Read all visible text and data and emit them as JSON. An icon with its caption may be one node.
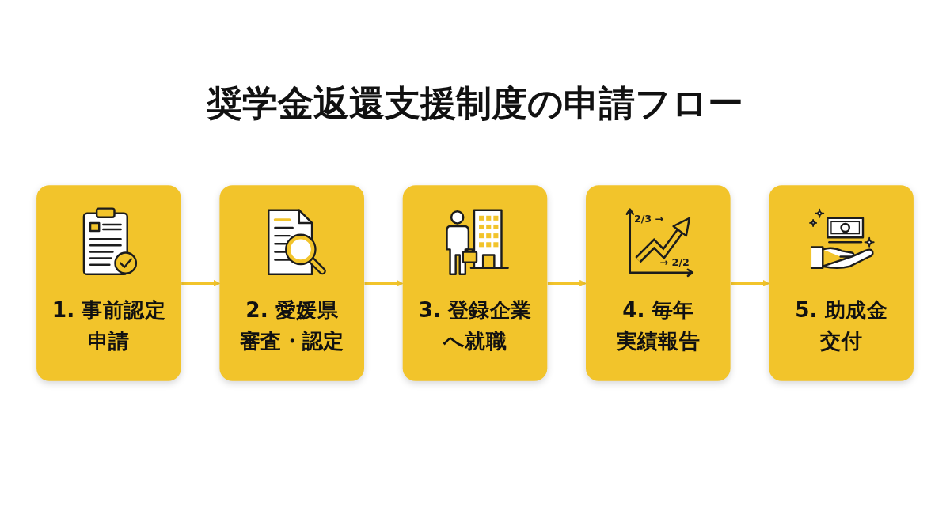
{
  "diagram": {
    "title": "奨学金返還支援制度の申請フロー",
    "nodes": [
      {
        "text": [
          "1. 事前認定申請"
        ]
      },
      {
        "text": [
          "2. 愛媛県審査・認定"
        ]
      },
      {
        "text": [
          "3. 登録企業へ就職"
        ]
      },
      {
        "text": [
          "4. 毎年実績報告"
        ]
      },
      {
        "text": [
          "5. 助成金交付"
        ]
      }
    ],
    "edges": [
      {
        "from": 0,
        "to": 1,
        "arrow": "to"
      },
      {
        "from": 1,
        "to": 2,
        "arrow": "to"
      },
      {
        "from": 2,
        "to": 3,
        "arrow": "to"
      },
      {
        "from": 3,
        "to": 4,
        "arrow": "to"
      }
    ],
    "labels": [
      "2/3 →",
      "→ 2/2"
    ]
  }
}
